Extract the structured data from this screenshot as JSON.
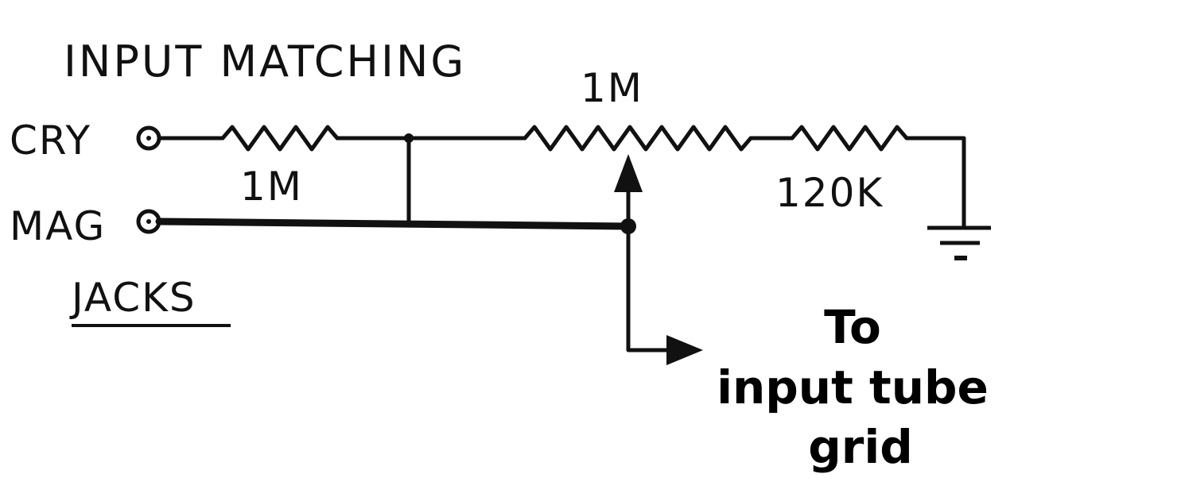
{
  "title": "INPUT MATCHING",
  "jacks_label": "JACKS",
  "jacks": [
    {
      "label": "CRY"
    },
    {
      "label": "MAG"
    }
  ],
  "components": {
    "series_resistor": {
      "value": "1M"
    },
    "potentiometer": {
      "value": "1M"
    },
    "bottom_resistor": {
      "value": "120K"
    }
  },
  "output_note": {
    "line1": "To",
    "line2": "input tube",
    "line3": "grid"
  },
  "colors": {
    "ink": "#111111",
    "background": "#ffffff"
  }
}
